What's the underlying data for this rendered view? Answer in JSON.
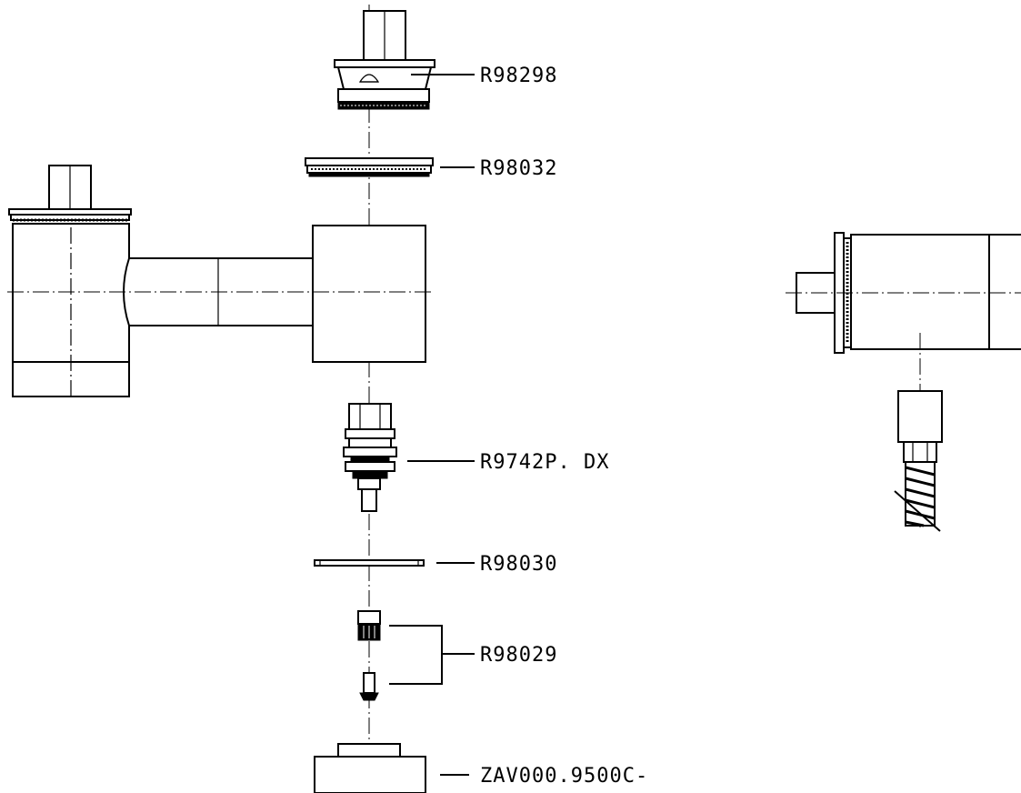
{
  "labels": {
    "part_1": "R98298",
    "part_2": "R98032",
    "part_3": "R9742P. DX",
    "part_4": "R98030",
    "part_5": "R98029",
    "part_6": "ZAV000.9500C-"
  }
}
